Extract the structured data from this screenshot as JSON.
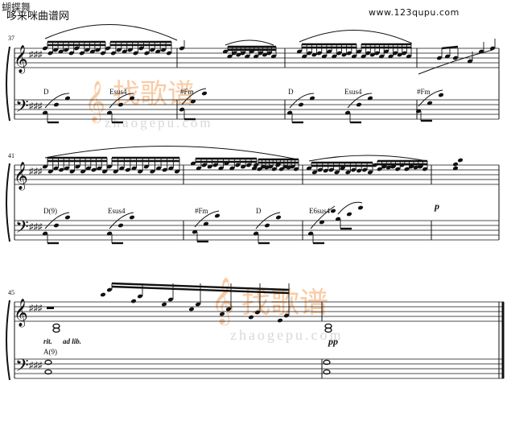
{
  "header": {
    "top_title": "蝴蝶舞",
    "site_name": "哆来咪曲谱网",
    "site_url": "www.123qupu.com"
  },
  "watermark": {
    "brand": "找歌谱",
    "domain": "zhaogepu.com"
  },
  "systems": [
    {
      "measure_number": "37",
      "chords": [
        "D",
        "Esus4",
        "#Fm",
        "D",
        "Esus4",
        "#Fm"
      ]
    },
    {
      "measure_number": "41",
      "chords": [
        "D(9)",
        "Esus4",
        "#Fm",
        "D",
        "E6sus4"
      ],
      "dynamic": "p"
    },
    {
      "measure_number": "45",
      "chords": [
        "A(9)"
      ],
      "tempo_marks": [
        "rit.",
        "ad lib."
      ],
      "dynamic": "pp"
    }
  ],
  "colors": {
    "ink": "#111111",
    "watermark_orange": "#f5a25a",
    "watermark_blue": "#7aa6e0",
    "watermark_gray": "#b9b9b9"
  }
}
